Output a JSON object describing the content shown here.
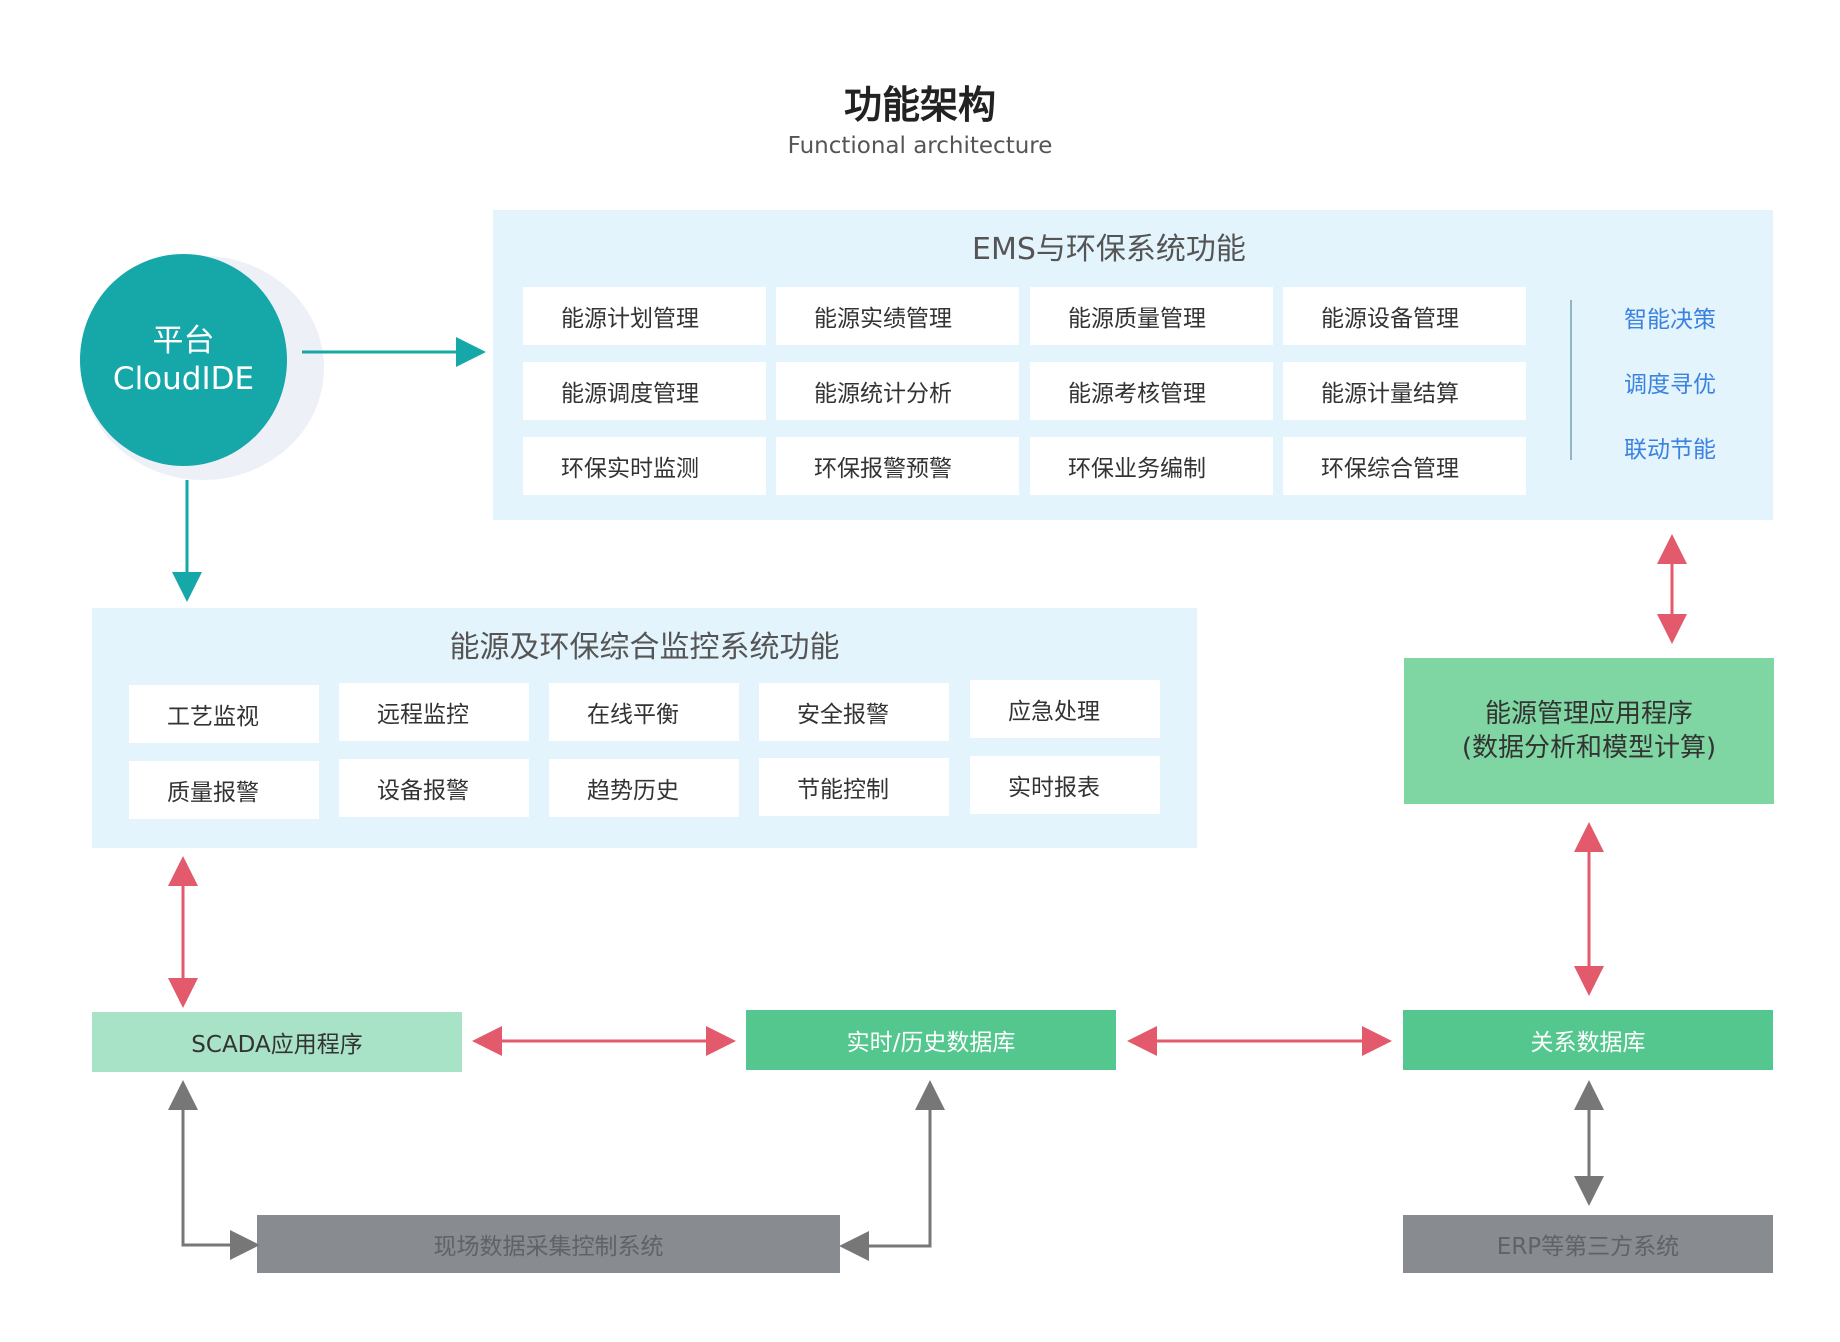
{
  "header": {
    "title": "功能架构",
    "subtitle": "Functional architecture"
  },
  "platform": {
    "line1": "平台",
    "line2": "CloudIDE"
  },
  "ems": {
    "title": "EMS与环保系统功能",
    "cells": [
      "能源计划管理",
      "能源实绩管理",
      "能源质量管理",
      "能源设备管理",
      "能源调度管理",
      "能源统计分析",
      "能源考核管理",
      "能源计量结算",
      "环保实时监测",
      "环保报警预警",
      "环保业务编制",
      "环保综合管理"
    ],
    "side": [
      "智能决策",
      "调度寻优",
      "联动节能"
    ]
  },
  "monitor": {
    "title": "能源及环保综合监控系统功能",
    "cells": [
      "工艺监视",
      "远程监控",
      "在线平衡",
      "安全报警",
      "应急处理",
      "质量报警",
      "设备报警",
      "趋势历史",
      "节能控制",
      "实时报表"
    ]
  },
  "boxes": {
    "energy_app_line1": "能源管理应用程序",
    "energy_app_line2": "(数据分析和模型计算)",
    "scada": "SCADA应用程序",
    "realtime_db": "实时/历史数据库",
    "relational_db": "关系数据库",
    "field_system": "现场数据采集控制系统",
    "erp": "ERP等第三方系统"
  },
  "colors": {
    "teal": "#16a7a9",
    "panel_bg": "#e4f4fc",
    "green": "#54c78e",
    "light_green": "#a9e3c7",
    "energy_green": "#7fd6a2",
    "gray": "#888b8f",
    "red_arrow": "#e35a6c",
    "side_blue": "#3b82e0"
  }
}
